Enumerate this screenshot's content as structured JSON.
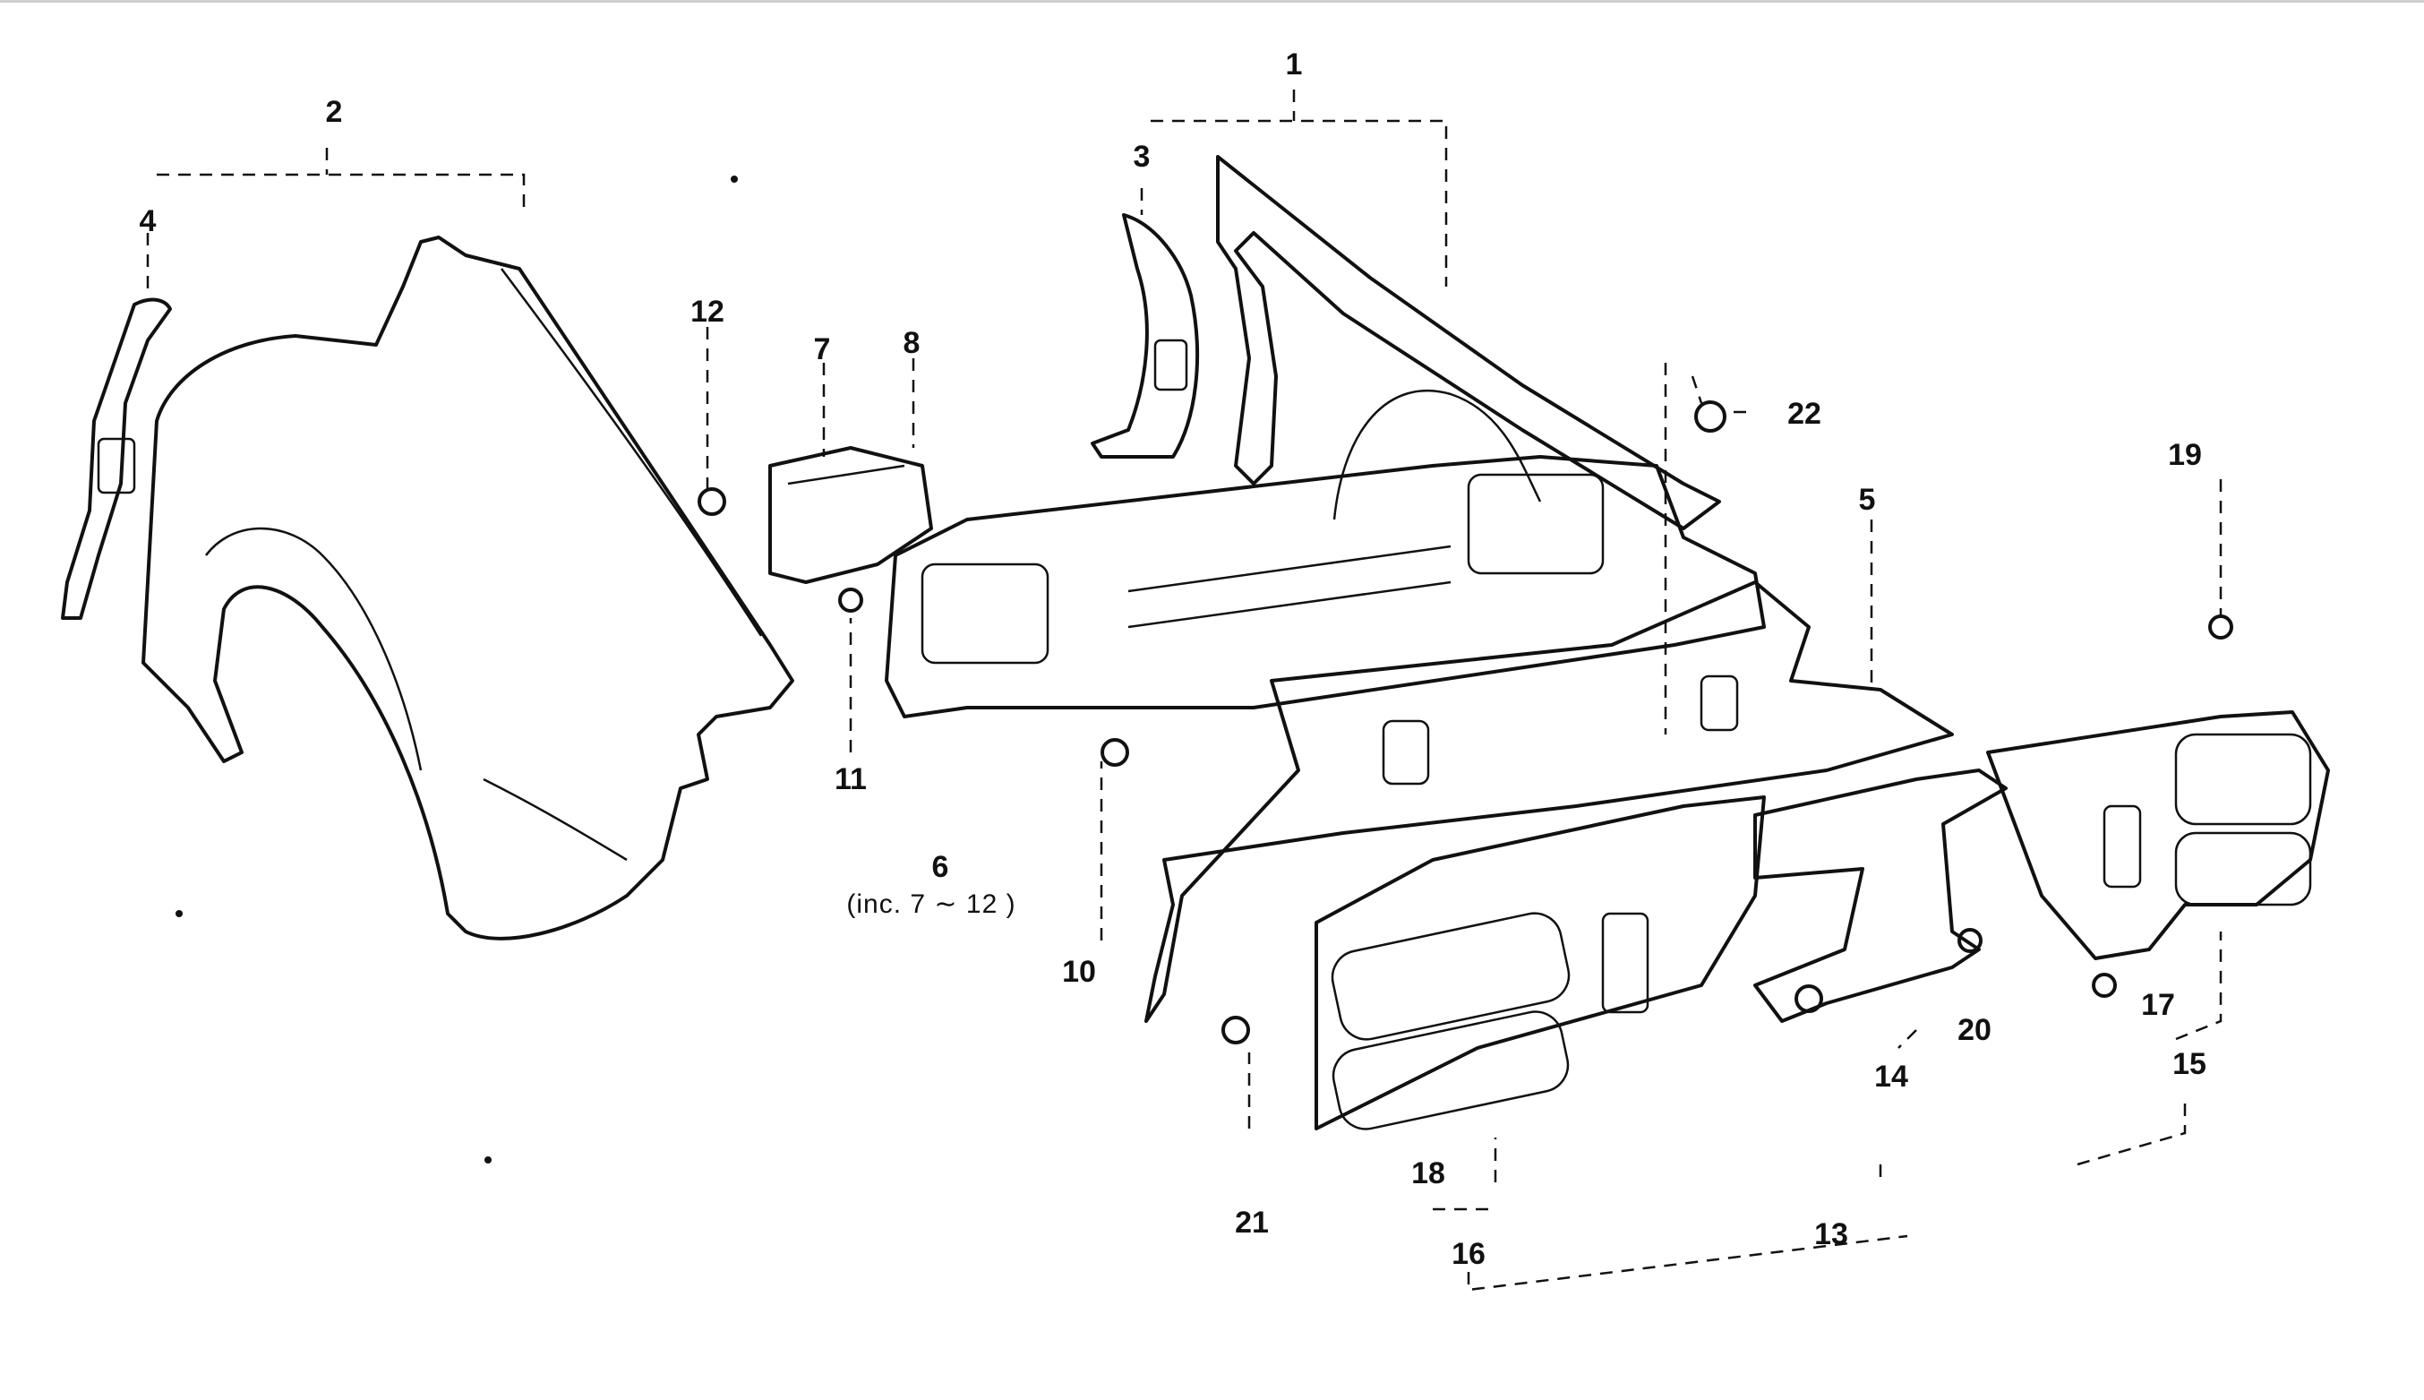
{
  "callouts": {
    "c1": "1",
    "c2": "2",
    "c3": "3",
    "c4": "4",
    "c5": "5",
    "c6": "6",
    "c6_note": "(inc. 7 ∼ 12 )",
    "c7": "7",
    "c8": "8",
    "c10": "10",
    "c11": "11",
    "c12": "12",
    "c13": "13",
    "c14": "14",
    "c15": "15",
    "c16a": "16",
    "c16b": "16",
    "c17": "17",
    "c18": "18",
    "c19": "19",
    "c20": "20",
    "c21": "21",
    "c22": "22"
  }
}
